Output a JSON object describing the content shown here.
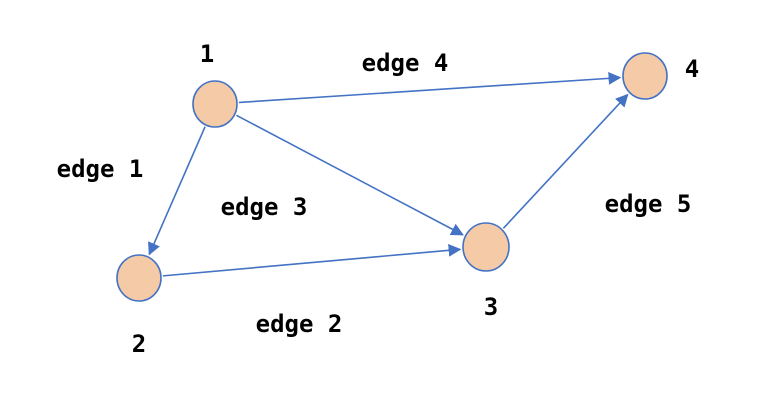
{
  "colors": {
    "node_fill": "#F5CBA7",
    "node_stroke": "#4472C4",
    "edge_stroke": "#4472C4",
    "text": "#000000",
    "background": "#FFFFFF"
  },
  "nodes": [
    {
      "id": "1",
      "label": "1"
    },
    {
      "id": "2",
      "label": "2"
    },
    {
      "id": "3",
      "label": "3"
    },
    {
      "id": "4",
      "label": "4"
    }
  ],
  "edges": [
    {
      "id": "edge-1",
      "label": "edge 1",
      "from": "1",
      "to": "2",
      "directed": true
    },
    {
      "id": "edge-2",
      "label": "edge 2",
      "from": "2",
      "to": "3",
      "directed": true
    },
    {
      "id": "edge-3",
      "label": "edge 3",
      "from": "1",
      "to": "3",
      "directed": true
    },
    {
      "id": "edge-4",
      "label": "edge 4",
      "from": "1",
      "to": "4",
      "directed": true
    },
    {
      "id": "edge-5",
      "label": "edge 5",
      "from": "3",
      "to": "4",
      "directed": true
    }
  ]
}
